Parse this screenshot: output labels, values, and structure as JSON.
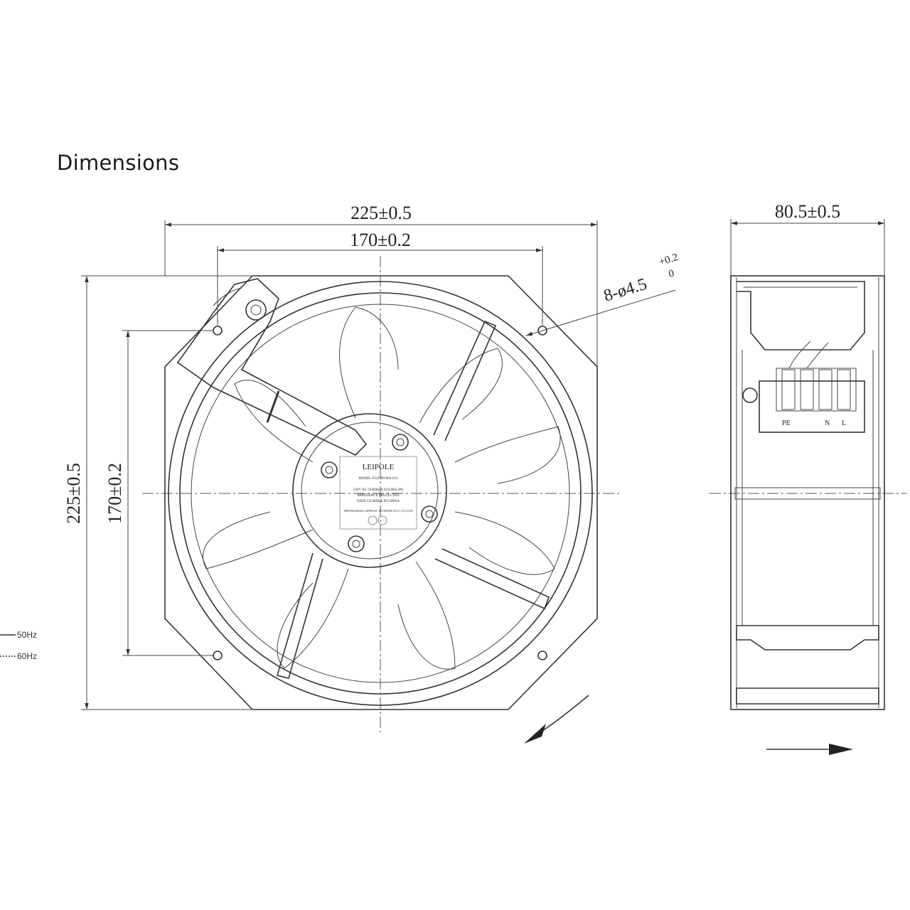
{
  "title": "Dimensions",
  "front_view": {
    "dim_width_outer": "225±0.5",
    "dim_width_holes": "170±0.2",
    "dim_height_outer": "225±0.5",
    "dim_height_holes": "170±0.2",
    "hole_callout": "8-ø4.5",
    "hole_tol_upper": "+0.2",
    "hole_tol_lower": "0",
    "hub_label_brand": "LEIPOLE",
    "hub_label_lines": [
      "MODEL:FJ22580 MA-S31",
      "230V AC 50/60Hz 0.65/0.68A 2Ph",
      "IMPEDANCE PROTECTED",
      "DATE     CE MADE IN CHINA",
      "ZHONGSHAN LEIPOLE TECHNOLOGY CO.,LTD"
    ]
  },
  "side_view": {
    "dim_depth": "80.5±0.5",
    "terminals": [
      "PE",
      "N",
      "L"
    ]
  },
  "legend": [
    {
      "line": "solid",
      "label": "50Hz"
    },
    {
      "line": "dotted",
      "label": "60Hz"
    }
  ]
}
